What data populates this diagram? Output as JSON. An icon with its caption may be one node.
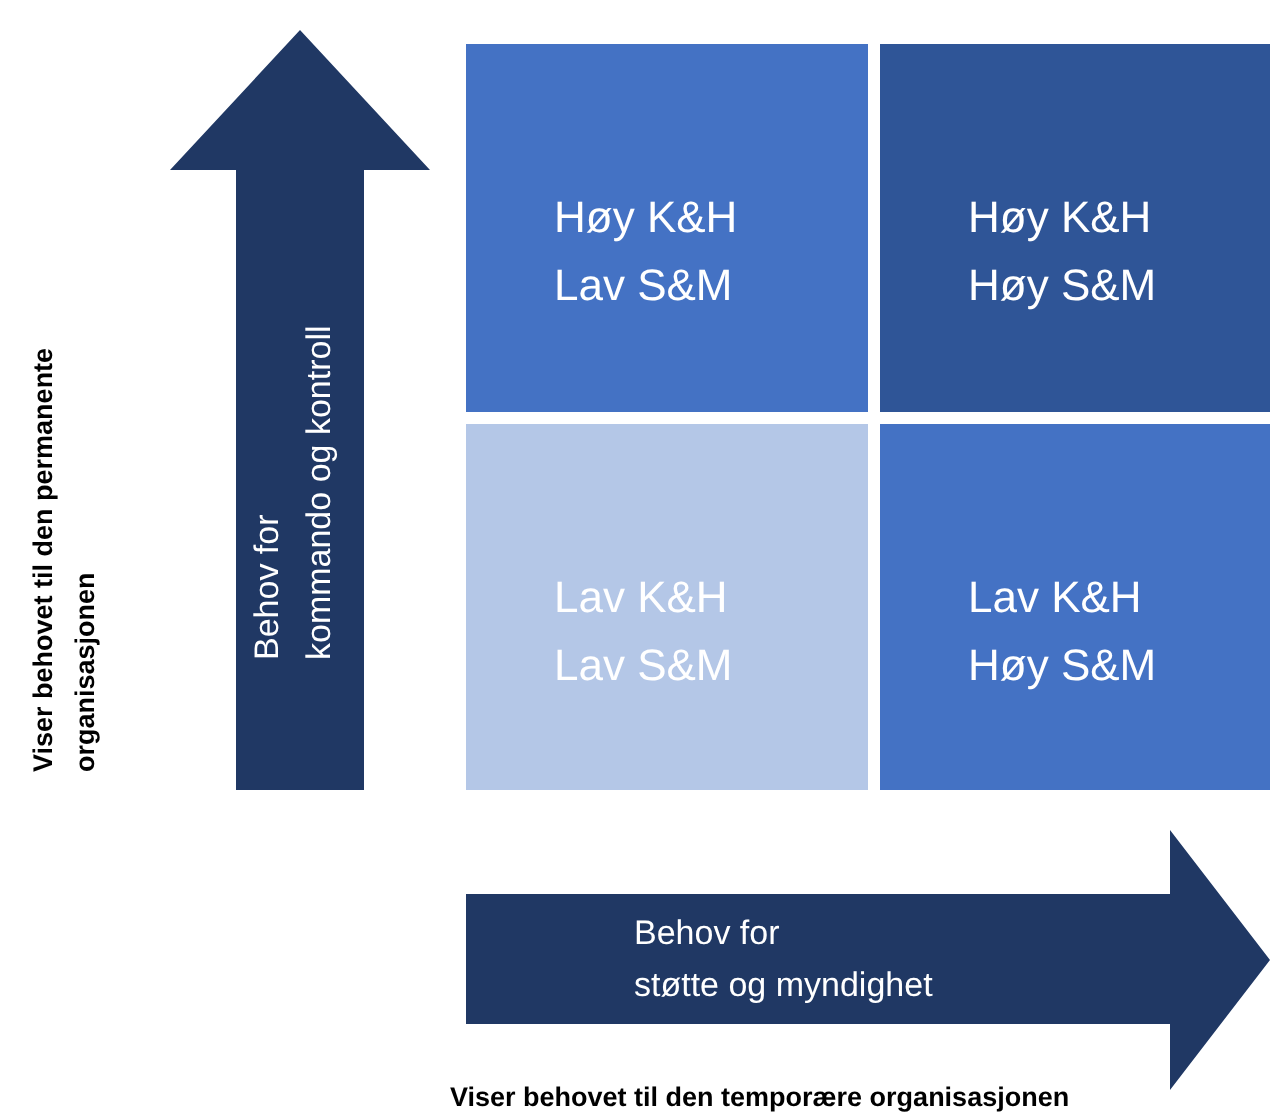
{
  "diagram": {
    "nodes": [
      {
        "text": [
          "Behov for",
          "kommando og kontroll"
        ]
      },
      {
        "text": [
          "Høy K&H Lav S&M"
        ]
      },
      {
        "text": [
          "Høy K&H Høy S&M"
        ]
      },
      {
        "text": [
          "Lav K&H Lav S&M"
        ]
      },
      {
        "text": [
          "Lav K&H Høy S&M"
        ]
      },
      {
        "text": [
          "Behov for",
          "støtte og myndighet"
        ]
      }
    ],
    "labels": [
      "Viser behovet til den permanente organisasjonen",
      "Viser behovet til den temporære organisasjonen"
    ]
  }
}
